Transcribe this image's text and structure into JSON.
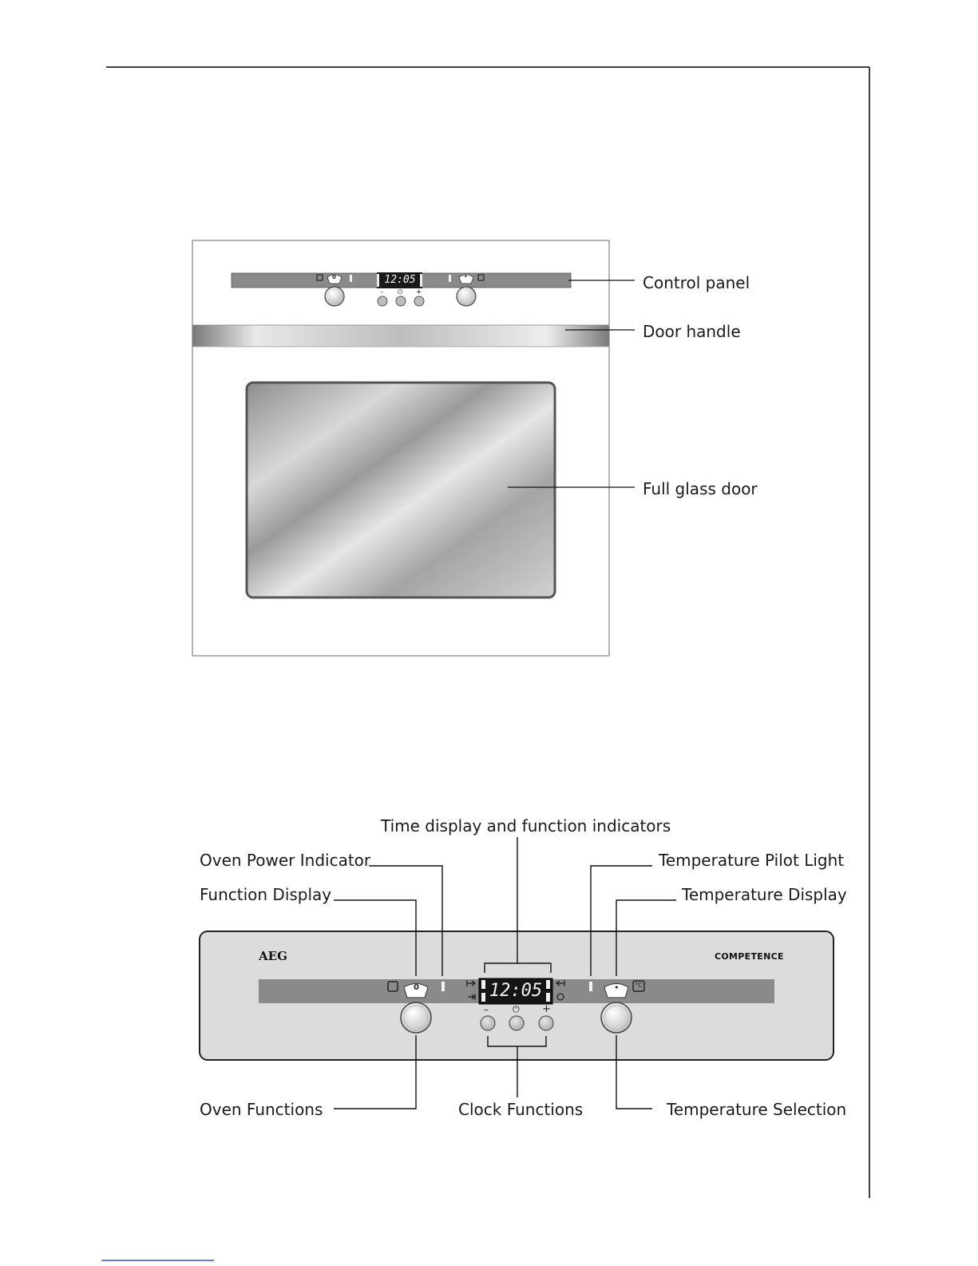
{
  "figure1": {
    "labels": {
      "control_panel": "Control panel",
      "door_handle": "Door handle",
      "glass_door": "Full glass door"
    },
    "display_time": "12:05",
    "knob_left_mark": "0",
    "knob_right_mark": "•"
  },
  "figure2": {
    "brand": "AEG",
    "model": "COMPETENCE",
    "display_time": "12:05",
    "knob_left_mark": "0",
    "knob_right_mark": "•",
    "buttons": {
      "minus": "–",
      "power": "⏻",
      "plus": "+"
    },
    "unit_symbol": "°C",
    "labels": {
      "time_display": "Time display and function indicators",
      "oven_power_indicator": "Oven Power Indicator",
      "function_display": "Function Display",
      "temperature_pilot_light": "Temperature Pilot Light",
      "temperature_display": "Temperature Display",
      "oven_functions": "Oven Functions",
      "clock_functions": "Clock Functions",
      "temperature_selection": "Temperature Selection"
    }
  },
  "colors": {
    "panel_strip": "#8a8a8a",
    "panel_body": "#dcdcdc",
    "lcd_background": "#1a1a1a"
  }
}
